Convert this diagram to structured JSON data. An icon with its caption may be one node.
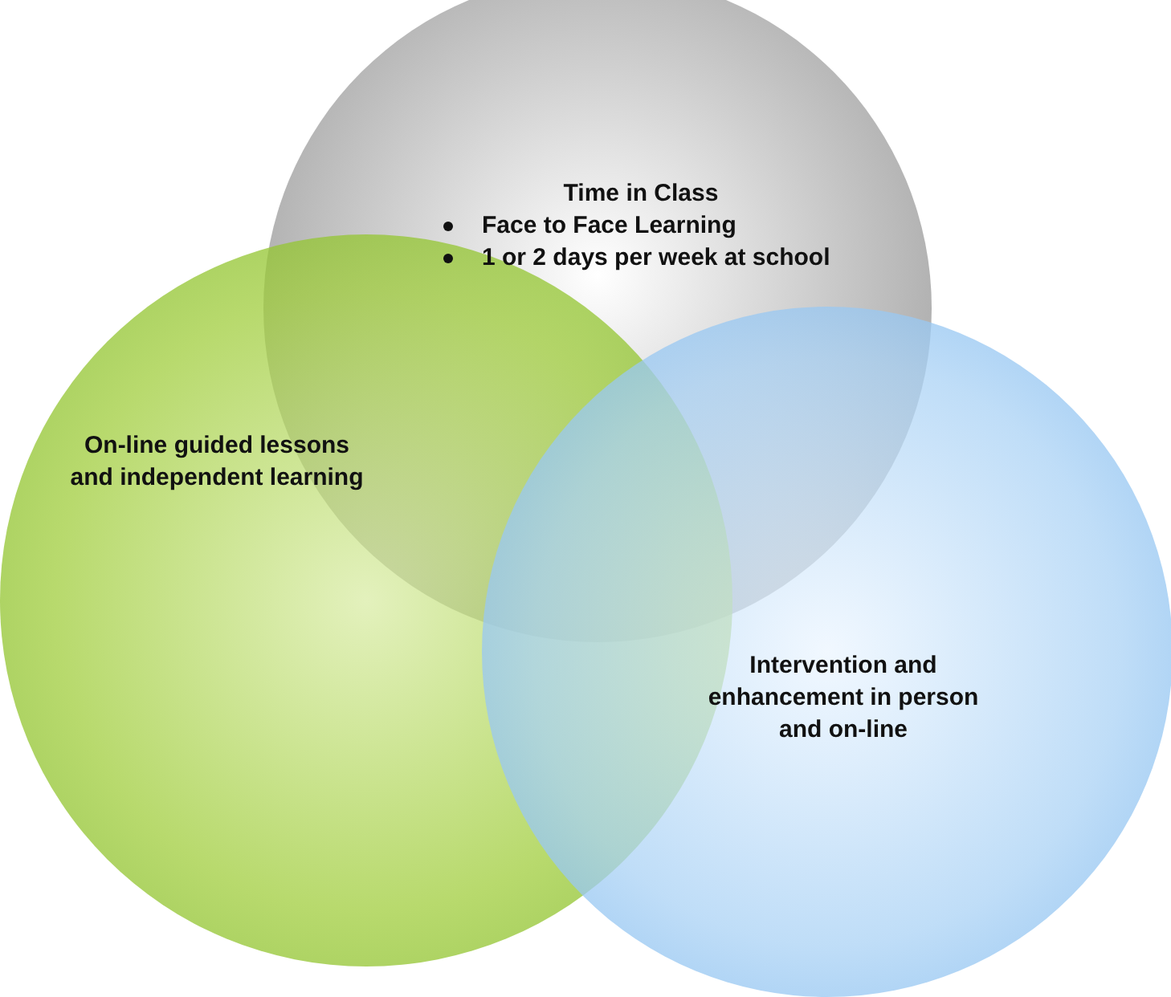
{
  "diagram": {
    "nodes": [
      {
        "text": [
          "Time in Class",
          "Face to Face Learning",
          "1 or 2 days per week at school"
        ]
      },
      {
        "text": [
          "On-line guided lessons and independent learning"
        ]
      },
      {
        "text": [
          "Intervention and enhancement in person and on-line"
        ]
      }
    ],
    "edges": []
  }
}
